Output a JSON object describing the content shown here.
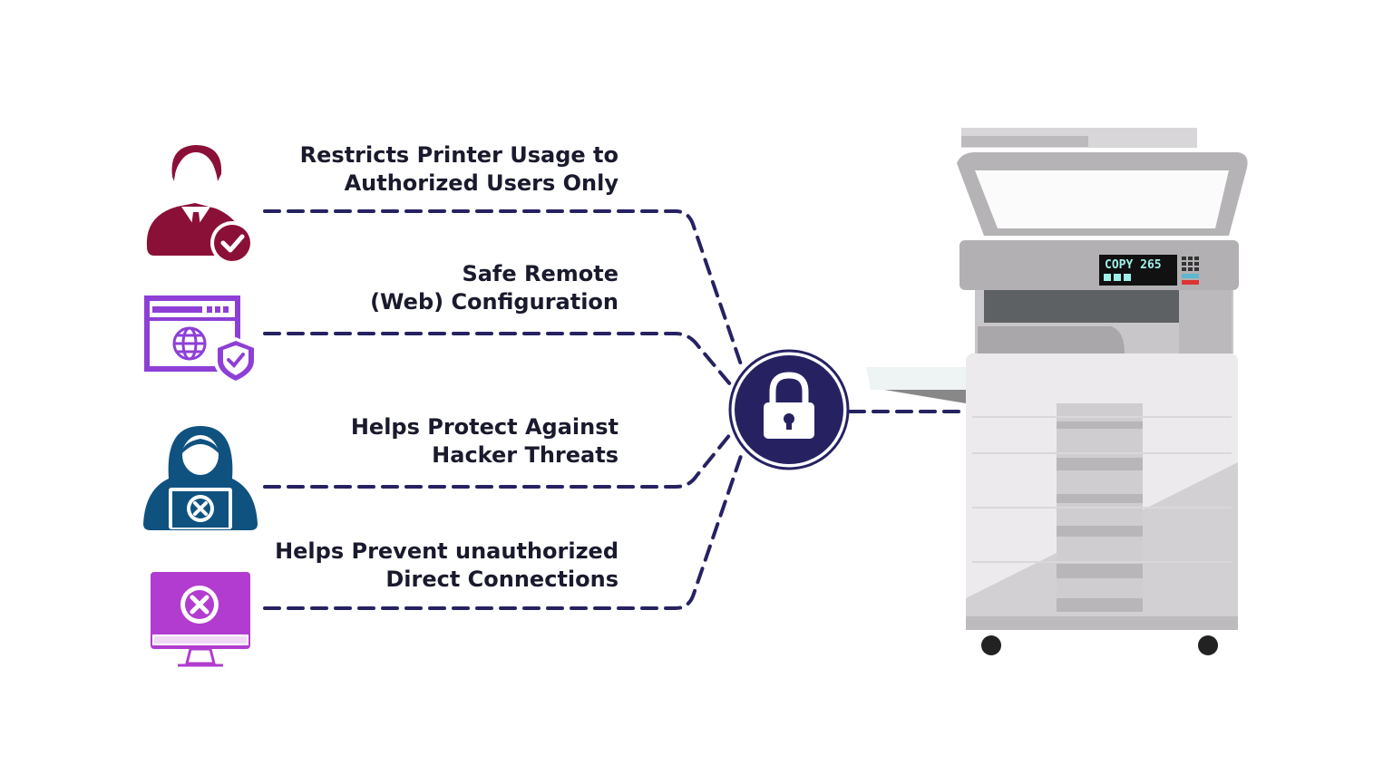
{
  "features": [
    {
      "line1": "Restricts Printer Usage to",
      "line2": "Authorized Users Only",
      "icon": "user-check-icon",
      "color": "#8b1038"
    },
    {
      "line1": "Safe Remote",
      "line2": "(Web) Configuration",
      "icon": "web-shield-icon",
      "color": "#8e3fd6"
    },
    {
      "line1": "Helps Protect Against",
      "line2": "Hacker Threats",
      "icon": "hacker-icon",
      "color": "#0f5280"
    },
    {
      "line1": "Helps Prevent unauthorized",
      "line2": "Direct Connections",
      "icon": "monitor-blocked-icon",
      "color": "#b23ccf"
    }
  ],
  "hub": {
    "icon": "lock-icon",
    "color": "#262262"
  },
  "printer": {
    "icon": "printer-icon",
    "display_text": "COPY 265"
  },
  "colors": {
    "line": "#262262"
  }
}
